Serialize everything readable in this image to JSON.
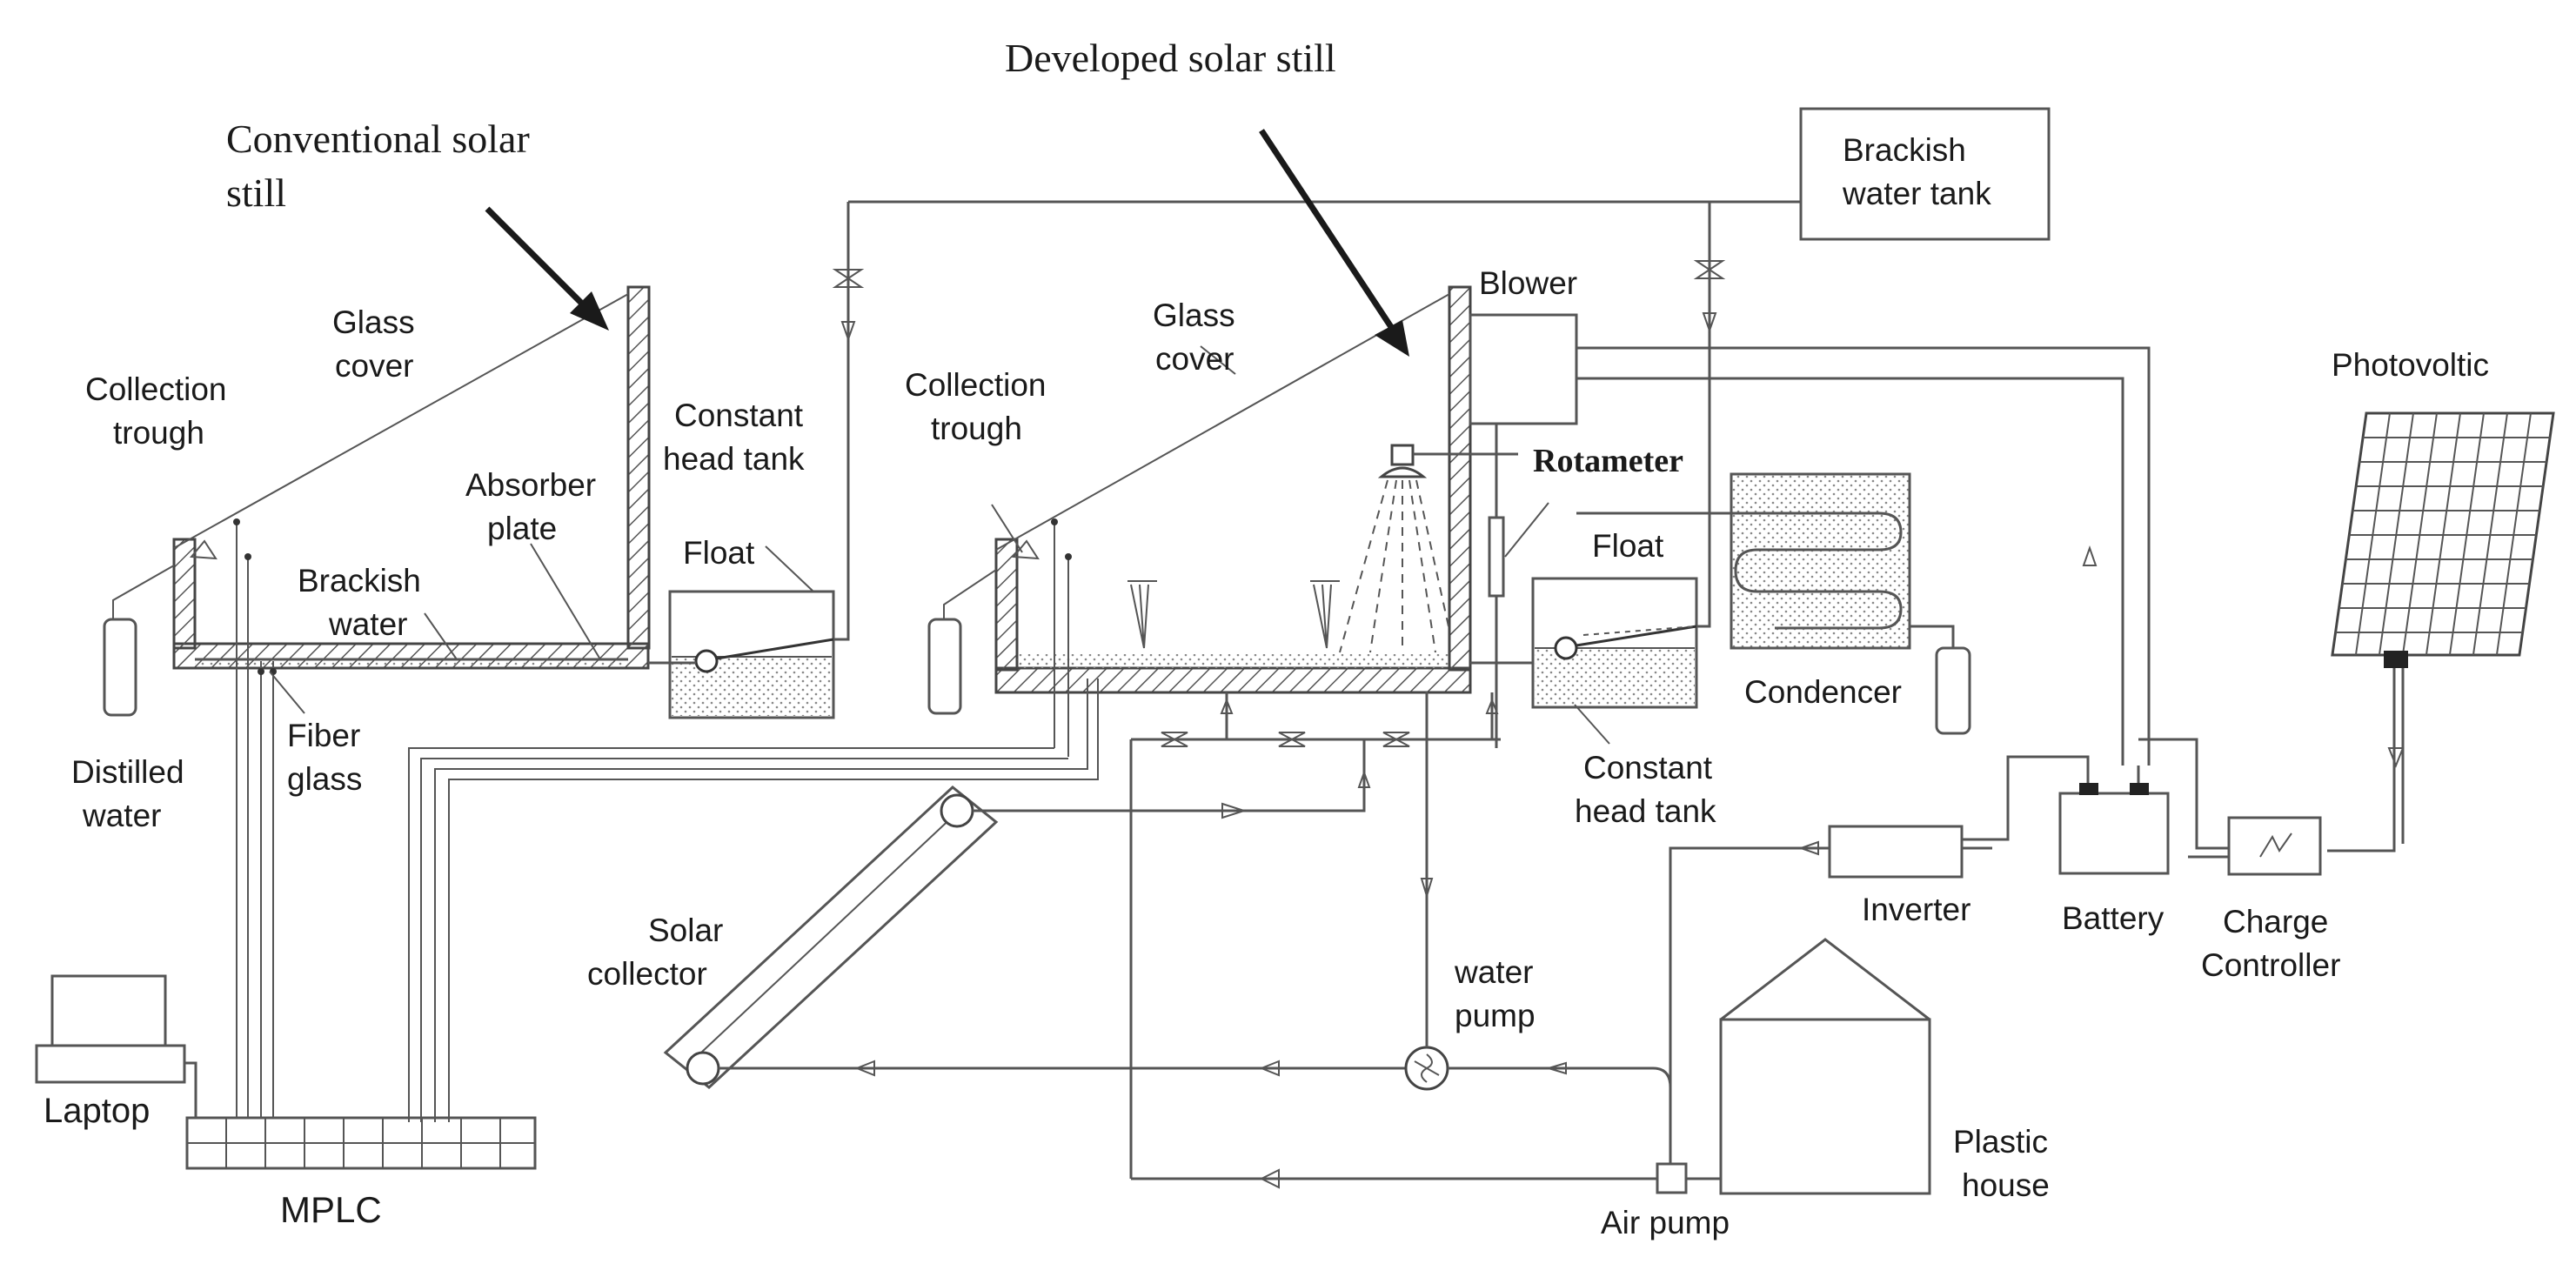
{
  "labels": {
    "conventional_line1": "Conventional solar",
    "conventional_line2": "still",
    "developed": "Developed solar still",
    "glass1_line1": "Glass",
    "glass1_line2": "cover",
    "collection1_line1": "Collection",
    "collection1_line2": "trough",
    "absorber_line1": "Absorber",
    "absorber_line2": "plate",
    "brackish_water_line1": "Brackish",
    "brackish_water_line2": "water",
    "distilled_line1": "Distilled",
    "distilled_line2": "water",
    "fiber_line1": "Fiber",
    "fiber_line2": "glass",
    "cht1_line1": "Constant",
    "cht1_line2": "head tank",
    "float1": "Float",
    "glass2_line1": "Glass",
    "glass2_line2": "cover",
    "collection2_line1": "Collection",
    "collection2_line2": "trough",
    "blower": "Blower",
    "rotameter": "Rotameter",
    "float2": "Float",
    "condenser": "Condencer",
    "cht2_line1": "Constant",
    "cht2_line2": "head tank",
    "tank_line1": "Brackish",
    "tank_line2": "water  tank",
    "photovoltaic": "Photovoltic",
    "inverter": "Inverter",
    "battery": "Battery",
    "charge_line1": "Charge",
    "charge_line2": "Controller",
    "solar_collector_line1": "Solar",
    "solar_collector_line2": "collector",
    "water_pump_line1": "water",
    "water_pump_line2": "pump",
    "plastic_line1": "Plastic",
    "plastic_line2": "house",
    "air_pump": "Air pump",
    "laptop": "Laptop",
    "mplc": "MPLC"
  },
  "colors": {
    "line": "#555555",
    "text": "#1a1a1a",
    "background": "#ffffff"
  }
}
